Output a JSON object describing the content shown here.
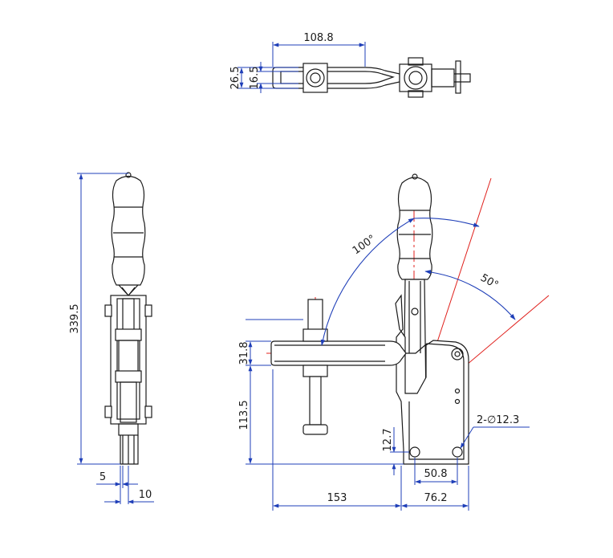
{
  "colors": {
    "part_line": "#1a1a1a",
    "dimension_line": "#1f3fb8",
    "center_line": "#e0201c"
  },
  "top_view": {
    "dim_length": "108.8",
    "dim_height_total": "26.5",
    "dim_height_bar": "16.5"
  },
  "side_view": {
    "dim_total_height": "339.5",
    "dim_bottom_5": "5",
    "dim_bottom_10": "10"
  },
  "front_view": {
    "dim_arm_thickness": "31.8",
    "dim_arm_height": "113.5",
    "dim_base_offset": "12.7",
    "dim_arm_reach": "153",
    "dim_hole_spacing": "50.8",
    "dim_base_width": "76.2",
    "dim_holes": "2-∅12.3",
    "angle_open": "100°",
    "angle_handle": "50°"
  }
}
